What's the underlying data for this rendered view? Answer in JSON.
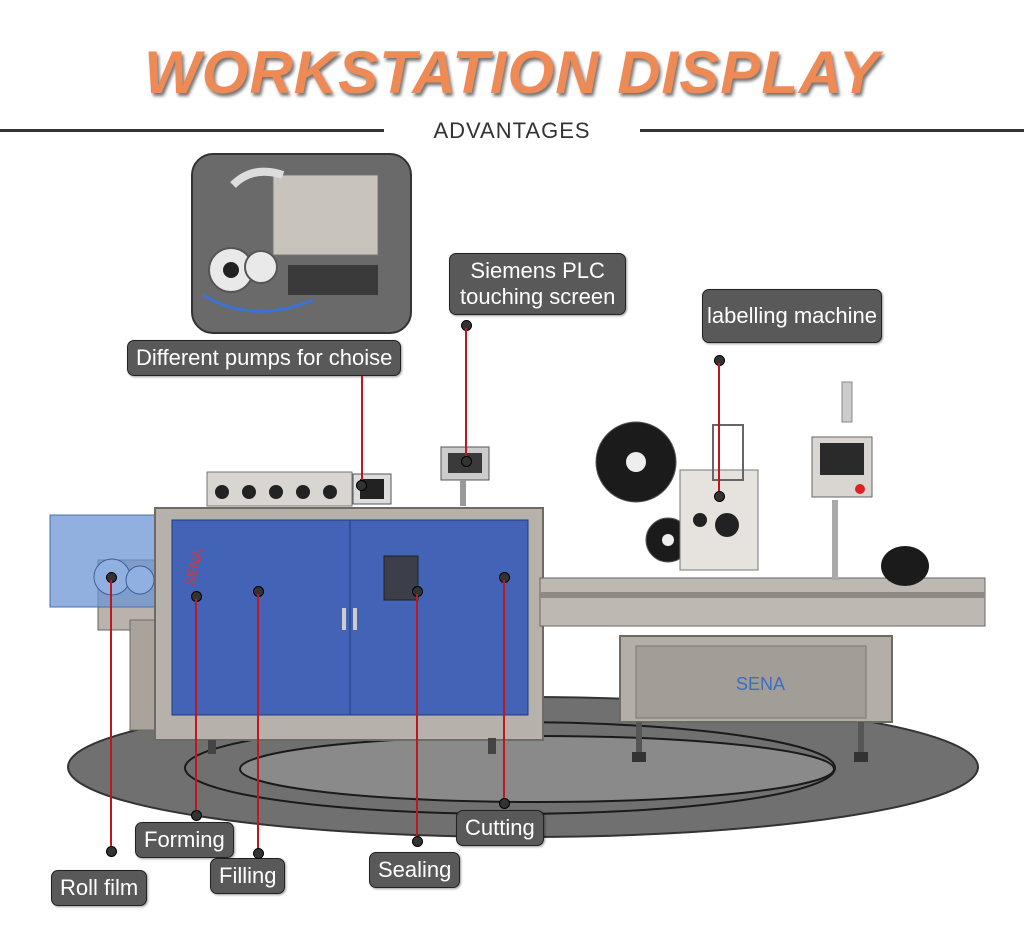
{
  "header": {
    "title": "WORKSTATION DISPLAY",
    "subtitle": "ADVANTAGES"
  },
  "colors": {
    "title": "#ee8a55",
    "label_bg": "#595959",
    "leader_line": "#c0161f",
    "base_ellipse": "#6b6b6b"
  },
  "labels": {
    "pumps": "Different pumps for choise",
    "plc_line1": "Siemens PLC",
    "plc_line2": "touching screen",
    "labelling": "labelling machine",
    "forming": "Forming",
    "filling": "Filling",
    "sealing": "Sealing",
    "cutting": "Cutting",
    "roll_film": "Roll film"
  },
  "machine": {
    "brand_mark": "SENA"
  }
}
